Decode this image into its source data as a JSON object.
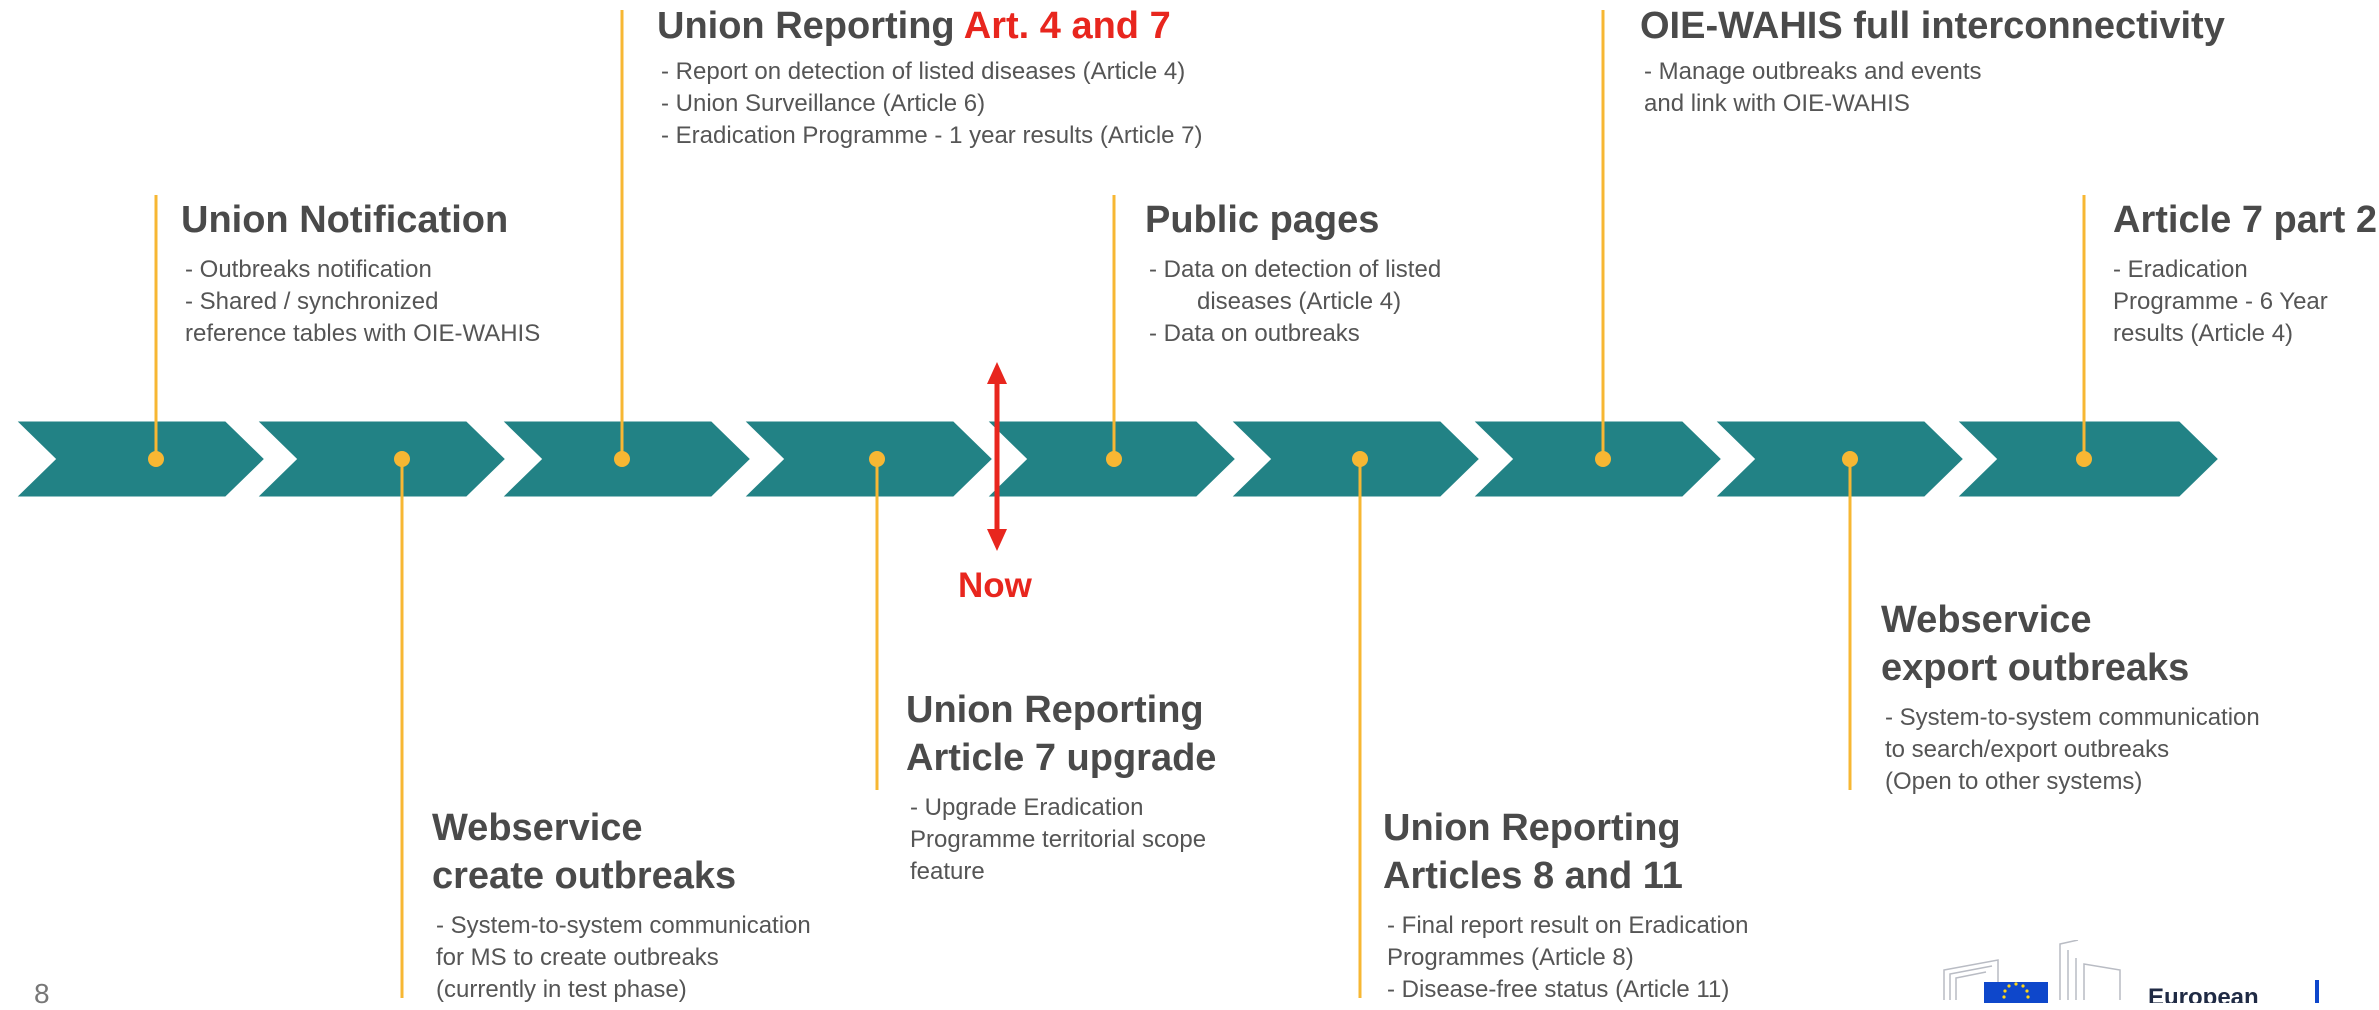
{
  "colors": {
    "arrow_fill": "#228285",
    "arrow_stroke": "#ffffff",
    "marker": "#f7b733",
    "now": "#e8261e",
    "title": "#4a4a4a",
    "text": "#555555"
  },
  "milestones": [
    {
      "id": "union-notification",
      "title": "Union Notification",
      "items": [
        "- Outbreaks notification",
        "- Shared / synchronized",
        "reference tables with OIE-WAHIS"
      ]
    },
    {
      "id": "webservice-create",
      "title_lines": [
        "Webservice",
        "create outbreaks"
      ],
      "items": [
        "- System-to-system communication",
        "for MS to create outbreaks",
        "(currently in test phase)"
      ]
    },
    {
      "id": "union-reporting-art47",
      "title": "Union Reporting ",
      "title_accent": "Art. 4 and 7",
      "items": [
        "- Report on detection of listed diseases (Article 4)",
        "- Union Surveillance (Article 6)",
        "- Eradication Programme - 1 year results (Article 7)"
      ]
    },
    {
      "id": "union-reporting-art7-upgrade",
      "title_lines": [
        "Union Reporting",
        "Article 7 upgrade"
      ],
      "items": [
        "- Upgrade Eradication",
        "Programme territorial scope",
        "feature"
      ]
    },
    {
      "id": "public-pages",
      "title": "Public pages",
      "items": [
        "- Data on detection of listed",
        "diseases (Article 4)",
        "- Data on outbreaks"
      ]
    },
    {
      "id": "union-reporting-art8-11",
      "title_lines": [
        "Union Reporting",
        "Articles 8 and 11"
      ],
      "items": [
        "- Final report result on Eradication",
        "Programmes (Article 8)",
        "- Disease-free status (Article 11)"
      ]
    },
    {
      "id": "oie-wahis",
      "title": "OIE-WAHIS full interconnectivity",
      "items": [
        "- Manage outbreaks and events",
        "and link with OIE-WAHIS"
      ]
    },
    {
      "id": "webservice-export",
      "title_lines": [
        "Webservice",
        "export outbreaks"
      ],
      "items": [
        "- System-to-system communication",
        "to search/export outbreaks",
        "(Open to other systems)"
      ]
    },
    {
      "id": "article7-part2",
      "title": "Article 7 part 2",
      "items": [
        "- Eradication",
        "Programme - 6 Year",
        "results (Article 4)"
      ]
    }
  ],
  "now_label": "Now",
  "page_number": "8",
  "logo": {
    "text": "European"
  }
}
